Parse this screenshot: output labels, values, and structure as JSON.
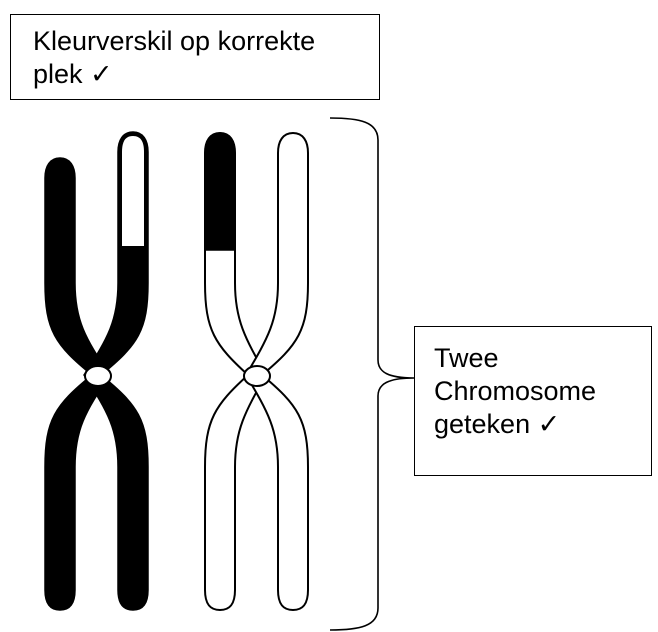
{
  "labels": {
    "top": {
      "line1": "Kleurverskil op korrekte",
      "line2": "plek ✓"
    },
    "right": {
      "line1": "Twee",
      "line2": "Chromosome",
      "line3": "geteken ✓"
    }
  },
  "colors": {
    "ink": "#000000",
    "background": "#ffffff",
    "chromosome_dark": "#000000",
    "chromosome_light": "#ffffff"
  },
  "diagram": {
    "chromosomes": [
      {
        "id": "left",
        "fill": "dark",
        "light_band": "top of right chromatid"
      },
      {
        "id": "right",
        "fill": "light",
        "dark_band": "top of left chromatid"
      }
    ]
  }
}
